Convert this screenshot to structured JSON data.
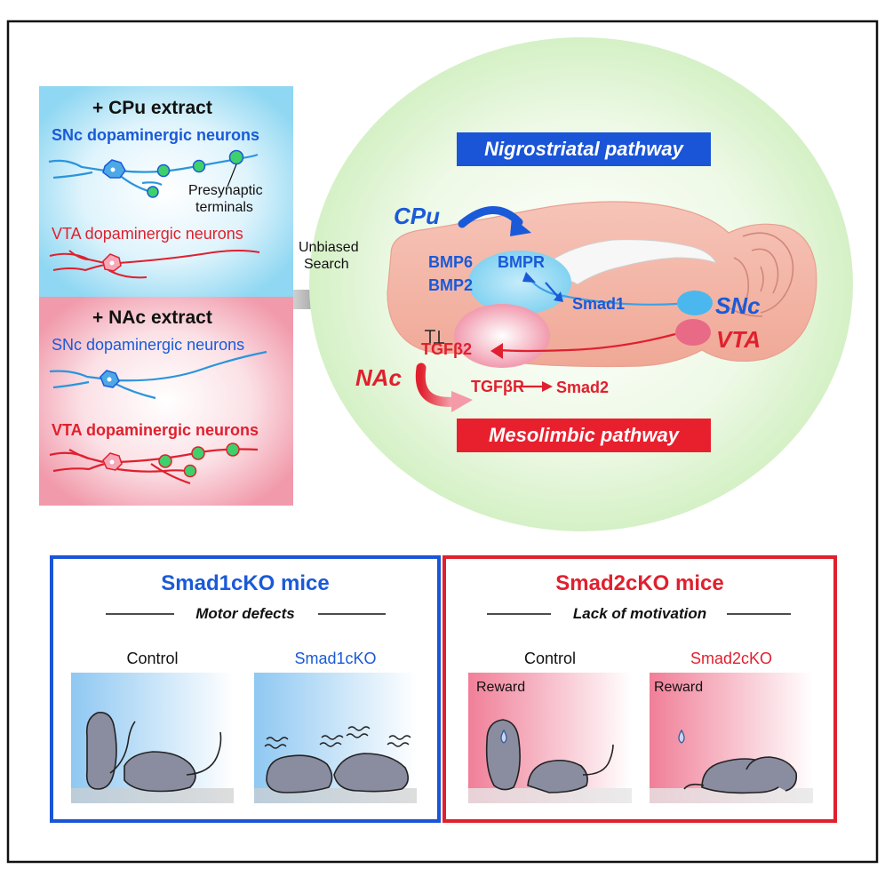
{
  "left_panel": {
    "cpu": {
      "title": "+ CPu extract",
      "snc_label": "SNc dopaminergic neurons",
      "terminals_label_1": "Presynaptic",
      "terminals_label_2": "terminals",
      "vta_label": "VTA dopaminergic neurons"
    },
    "nac": {
      "title": "+ NAc extract",
      "snc_label": "SNc dopaminergic neurons",
      "vta_label": "VTA dopaminergic neurons"
    }
  },
  "search": {
    "line1": "Unbiased",
    "line2": "Search"
  },
  "brain": {
    "nigrostriatal": "Nigrostriatal pathway",
    "mesolimbic": "Mesolimbic pathway",
    "cpu": "CPu",
    "nac": "NAc",
    "bmp6": "BMP6",
    "bmp2": "BMP2",
    "bmpr": "BMPR",
    "smad1": "Smad1",
    "snc": "SNc",
    "vta": "VTA",
    "tgfb2": "TGFβ2",
    "tgfbr": "TGFβR",
    "smad2": "Smad2"
  },
  "smad1_box": {
    "title": "Smad1cKO mice",
    "subtitle": "Motor defects",
    "control_label": "Control",
    "ko_label": "Smad1cKO"
  },
  "smad2_box": {
    "title": "Smad2cKO mice",
    "subtitle": "Lack of motivation",
    "control_label": "Control",
    "ko_label": "Smad2cKO",
    "reward_label_1": "Reward",
    "reward_label_2": "Reward"
  },
  "colors": {
    "blue": "#1a5ad8",
    "red": "#e0202e",
    "light_blue_panel": "#a8dff5",
    "pink_panel": "#f4aebb",
    "green_ellipse": "#d8f0c8",
    "mouse_gray": "#8a8ca0"
  },
  "icons": [
    "neuron-icon",
    "terminal-icon",
    "arrow-icon",
    "brain-icon",
    "mouse-icon",
    "water-drop-icon"
  ]
}
